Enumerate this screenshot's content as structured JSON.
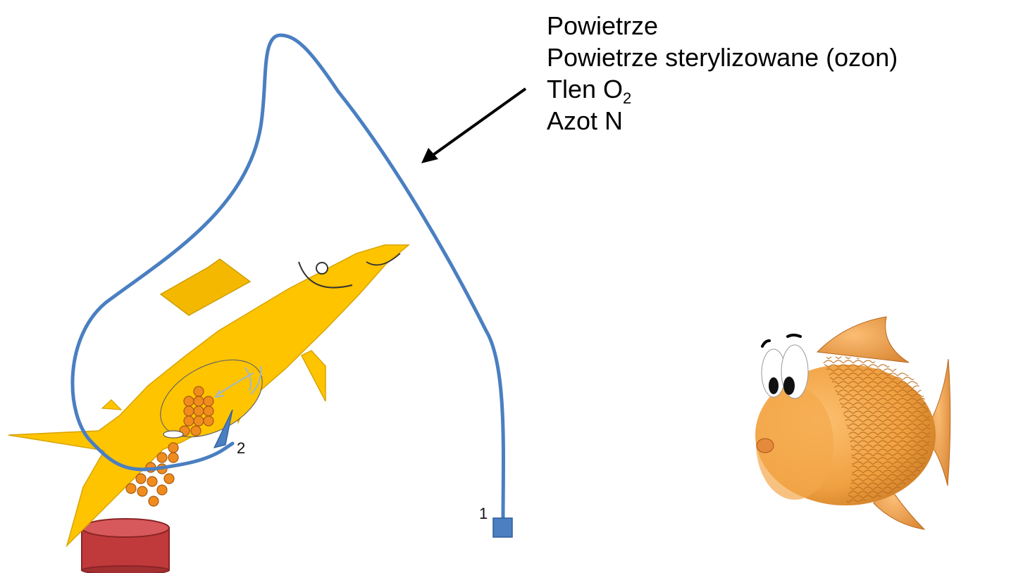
{
  "gases": {
    "air": "Powietrze",
    "sterilized_air": "Powietrze sterylizowane (ozon)",
    "oxygen_prefix": "Tlen O",
    "oxygen_subscript": "2",
    "nitrogen": "Azot N"
  },
  "markers": {
    "inlet": "1",
    "outlet": "2"
  },
  "colors": {
    "tube": "#4a7fc1",
    "fish_body": "#ffc400",
    "fin": "#f5b800",
    "eggs": "#f08c1e",
    "bucket": "#c0393b",
    "cartoon_fish": "#f0a040"
  }
}
